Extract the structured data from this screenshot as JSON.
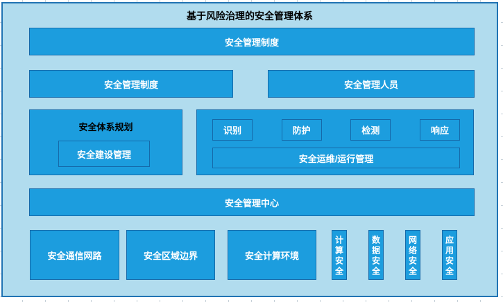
{
  "title": "基于风险治理的安全管理体系",
  "top_bar": {
    "label": "安全管理制度"
  },
  "row2": {
    "left_label": "安全管理制度",
    "right_label": "安全管理人员"
  },
  "planning": {
    "title": "安全体系规划",
    "inner_label": "安全建设管理"
  },
  "operations": {
    "steps": [
      "识别",
      "防护",
      "检测",
      "响应"
    ],
    "bar_label": "安全运维/运行管理"
  },
  "center_bar": {
    "label": "安全管理中心"
  },
  "bottom": {
    "wide_boxes": [
      "安全通信网路",
      "安全区域边界",
      "安全计算环境"
    ],
    "vertical_boxes": [
      "计算安全",
      "数据安全",
      "网络安全",
      "应用安全"
    ]
  },
  "colors": {
    "canvas_bg": "#b1dcee",
    "frame_border": "#2073b3",
    "box_fill": "#1c9dde",
    "box_border": "#1569a9",
    "box_text": "#ffffff",
    "title_text": "#000000",
    "grid_tick": "#c6d0d8"
  }
}
